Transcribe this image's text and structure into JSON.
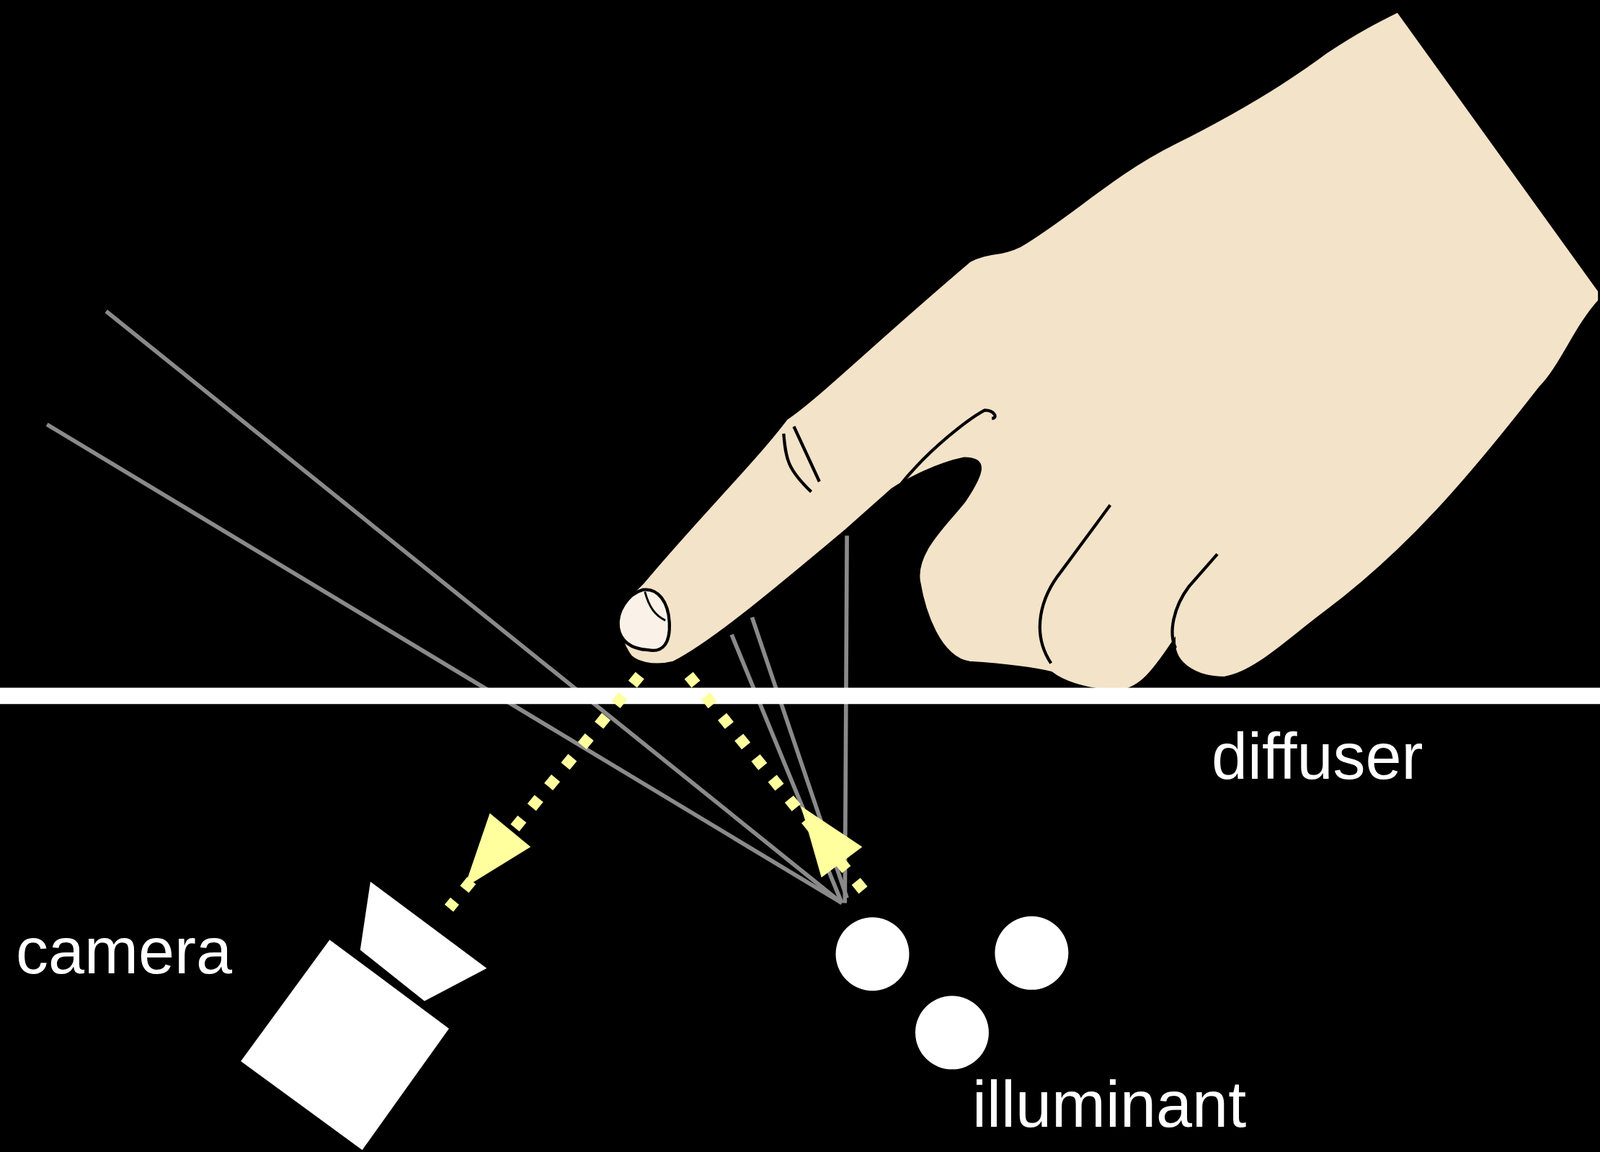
{
  "diagram": {
    "labels": [
      "diffuser",
      "camera",
      "illuminant"
    ]
  }
}
